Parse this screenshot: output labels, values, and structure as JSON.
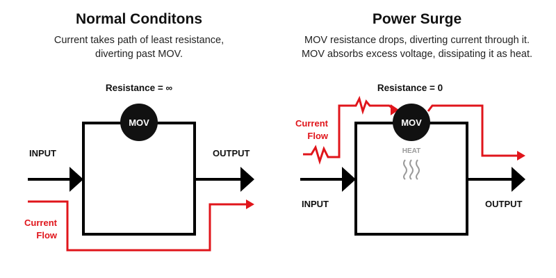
{
  "colors": {
    "line": "#000000",
    "current": "#e0151b",
    "heat": "#9a9a9a",
    "mov_fill": "#111111",
    "mov_text": "#ffffff"
  },
  "normal": {
    "title": "Normal Conditons",
    "description": [
      "Current takes path of least resistance,",
      "diverting past MOV."
    ],
    "resistance_label": "Resistance = ∞",
    "mov_label": "MOV",
    "input_label": "INPUT",
    "output_label": "OUTPUT",
    "current_label": [
      "Current",
      "Flow"
    ]
  },
  "surge": {
    "title": "Power Surge",
    "description": [
      "MOV resistance drops, diverting current through it.",
      "MOV absorbs excess voltage, dissipating it as heat."
    ],
    "resistance_label": "Resistance = 0",
    "mov_label": "MOV",
    "heat_label": "HEAT",
    "input_label": "INPUT",
    "output_label": "OUTPUT",
    "current_label": [
      "Current",
      "Flow"
    ]
  }
}
